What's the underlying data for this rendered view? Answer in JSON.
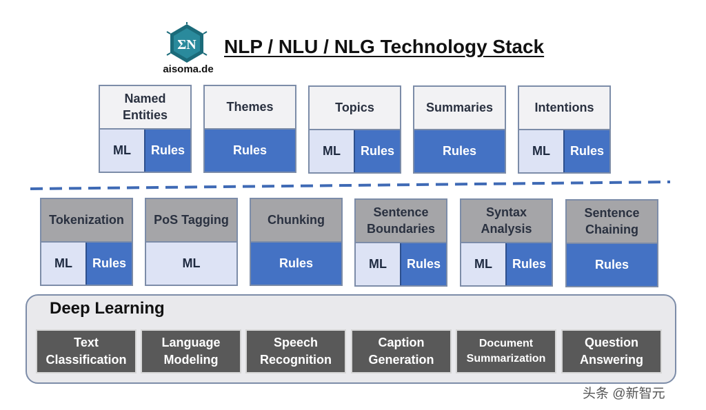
{
  "header": {
    "logo_text": "aisoma.de",
    "title": "NLP / NLU / NLG Technology Stack"
  },
  "top_row": [
    {
      "name": "Named Entities",
      "ml": "ML",
      "rules": "Rules"
    },
    {
      "name": "Themes",
      "rules": "Rules"
    },
    {
      "name": "Topics",
      "ml": "ML",
      "rules": "Rules"
    },
    {
      "name": "Summaries",
      "rules": "Rules"
    },
    {
      "name": "Intentions",
      "ml": "ML",
      "rules": "Rules"
    }
  ],
  "middle_row": [
    {
      "name": "Tokenization",
      "ml": "ML",
      "rules": "Rules"
    },
    {
      "name": "PoS Tagging",
      "ml": "ML"
    },
    {
      "name": "Chunking",
      "rules": "Rules"
    },
    {
      "name": "Sentence Boundaries",
      "ml": "ML",
      "rules": "Rules"
    },
    {
      "name": "Syntax Analysis",
      "ml": "ML",
      "rules": "Rules"
    },
    {
      "name": "Sentence Chaining",
      "rules": "Rules"
    }
  ],
  "deep_learning": {
    "title": "Deep Learning",
    "items": [
      "Text Classification",
      "Language Modeling",
      "Speech Recognition",
      "Caption Generation",
      "Document Summarization",
      "Question Answering"
    ]
  },
  "watermark": "头条 @新智元",
  "colors": {
    "rules_blue": "#4472c4",
    "ml_light": "#dde3f5",
    "head_gray": "#a5a5a8",
    "dl_dark": "#595959",
    "dash_blue": "#3f6ab5",
    "logo_teal": "#1b6b7a"
  }
}
